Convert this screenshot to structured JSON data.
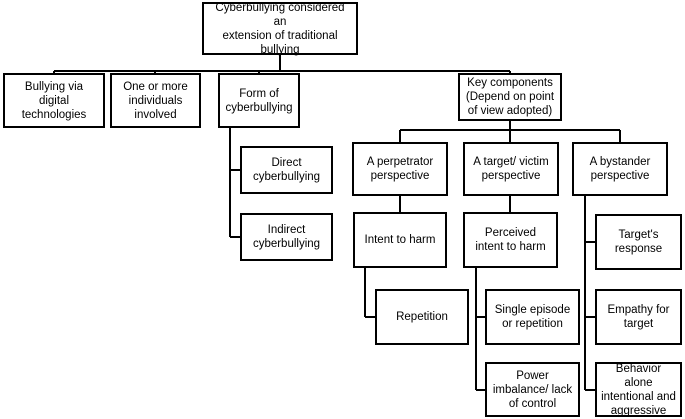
{
  "diagram": {
    "root": "Cyberbullying considered an\nextension of traditional\nbullying",
    "level1": {
      "digital": "Bullying via\ndigital\ntechnologies",
      "individuals": "One or more\nindividuals\ninvolved",
      "form": "Form of\ncyberbullying",
      "key": "Key components\n(Depend on point\nof view adopted)"
    },
    "forms": {
      "direct": "Direct\ncyberbullying",
      "indirect": "Indirect\ncyberbullying"
    },
    "perspectives": {
      "perpetrator": "A perpetrator\nperspective",
      "victim": "A target/ victim\nperspective",
      "bystander": "A bystander\nperspective"
    },
    "perpetrator_items": {
      "intent": "Intent to harm",
      "repetition": "Repetition"
    },
    "victim_items": {
      "perceived": "Perceived\nintent to harm",
      "single": "Single episode\nor repetition",
      "power": "Power\nimbalance/ lack\nof control"
    },
    "bystander_items": {
      "response": "Target's\nresponse",
      "empathy": "Empathy for\ntarget",
      "behavior": "Behavior alone\nintentional and\naggressive"
    }
  }
}
